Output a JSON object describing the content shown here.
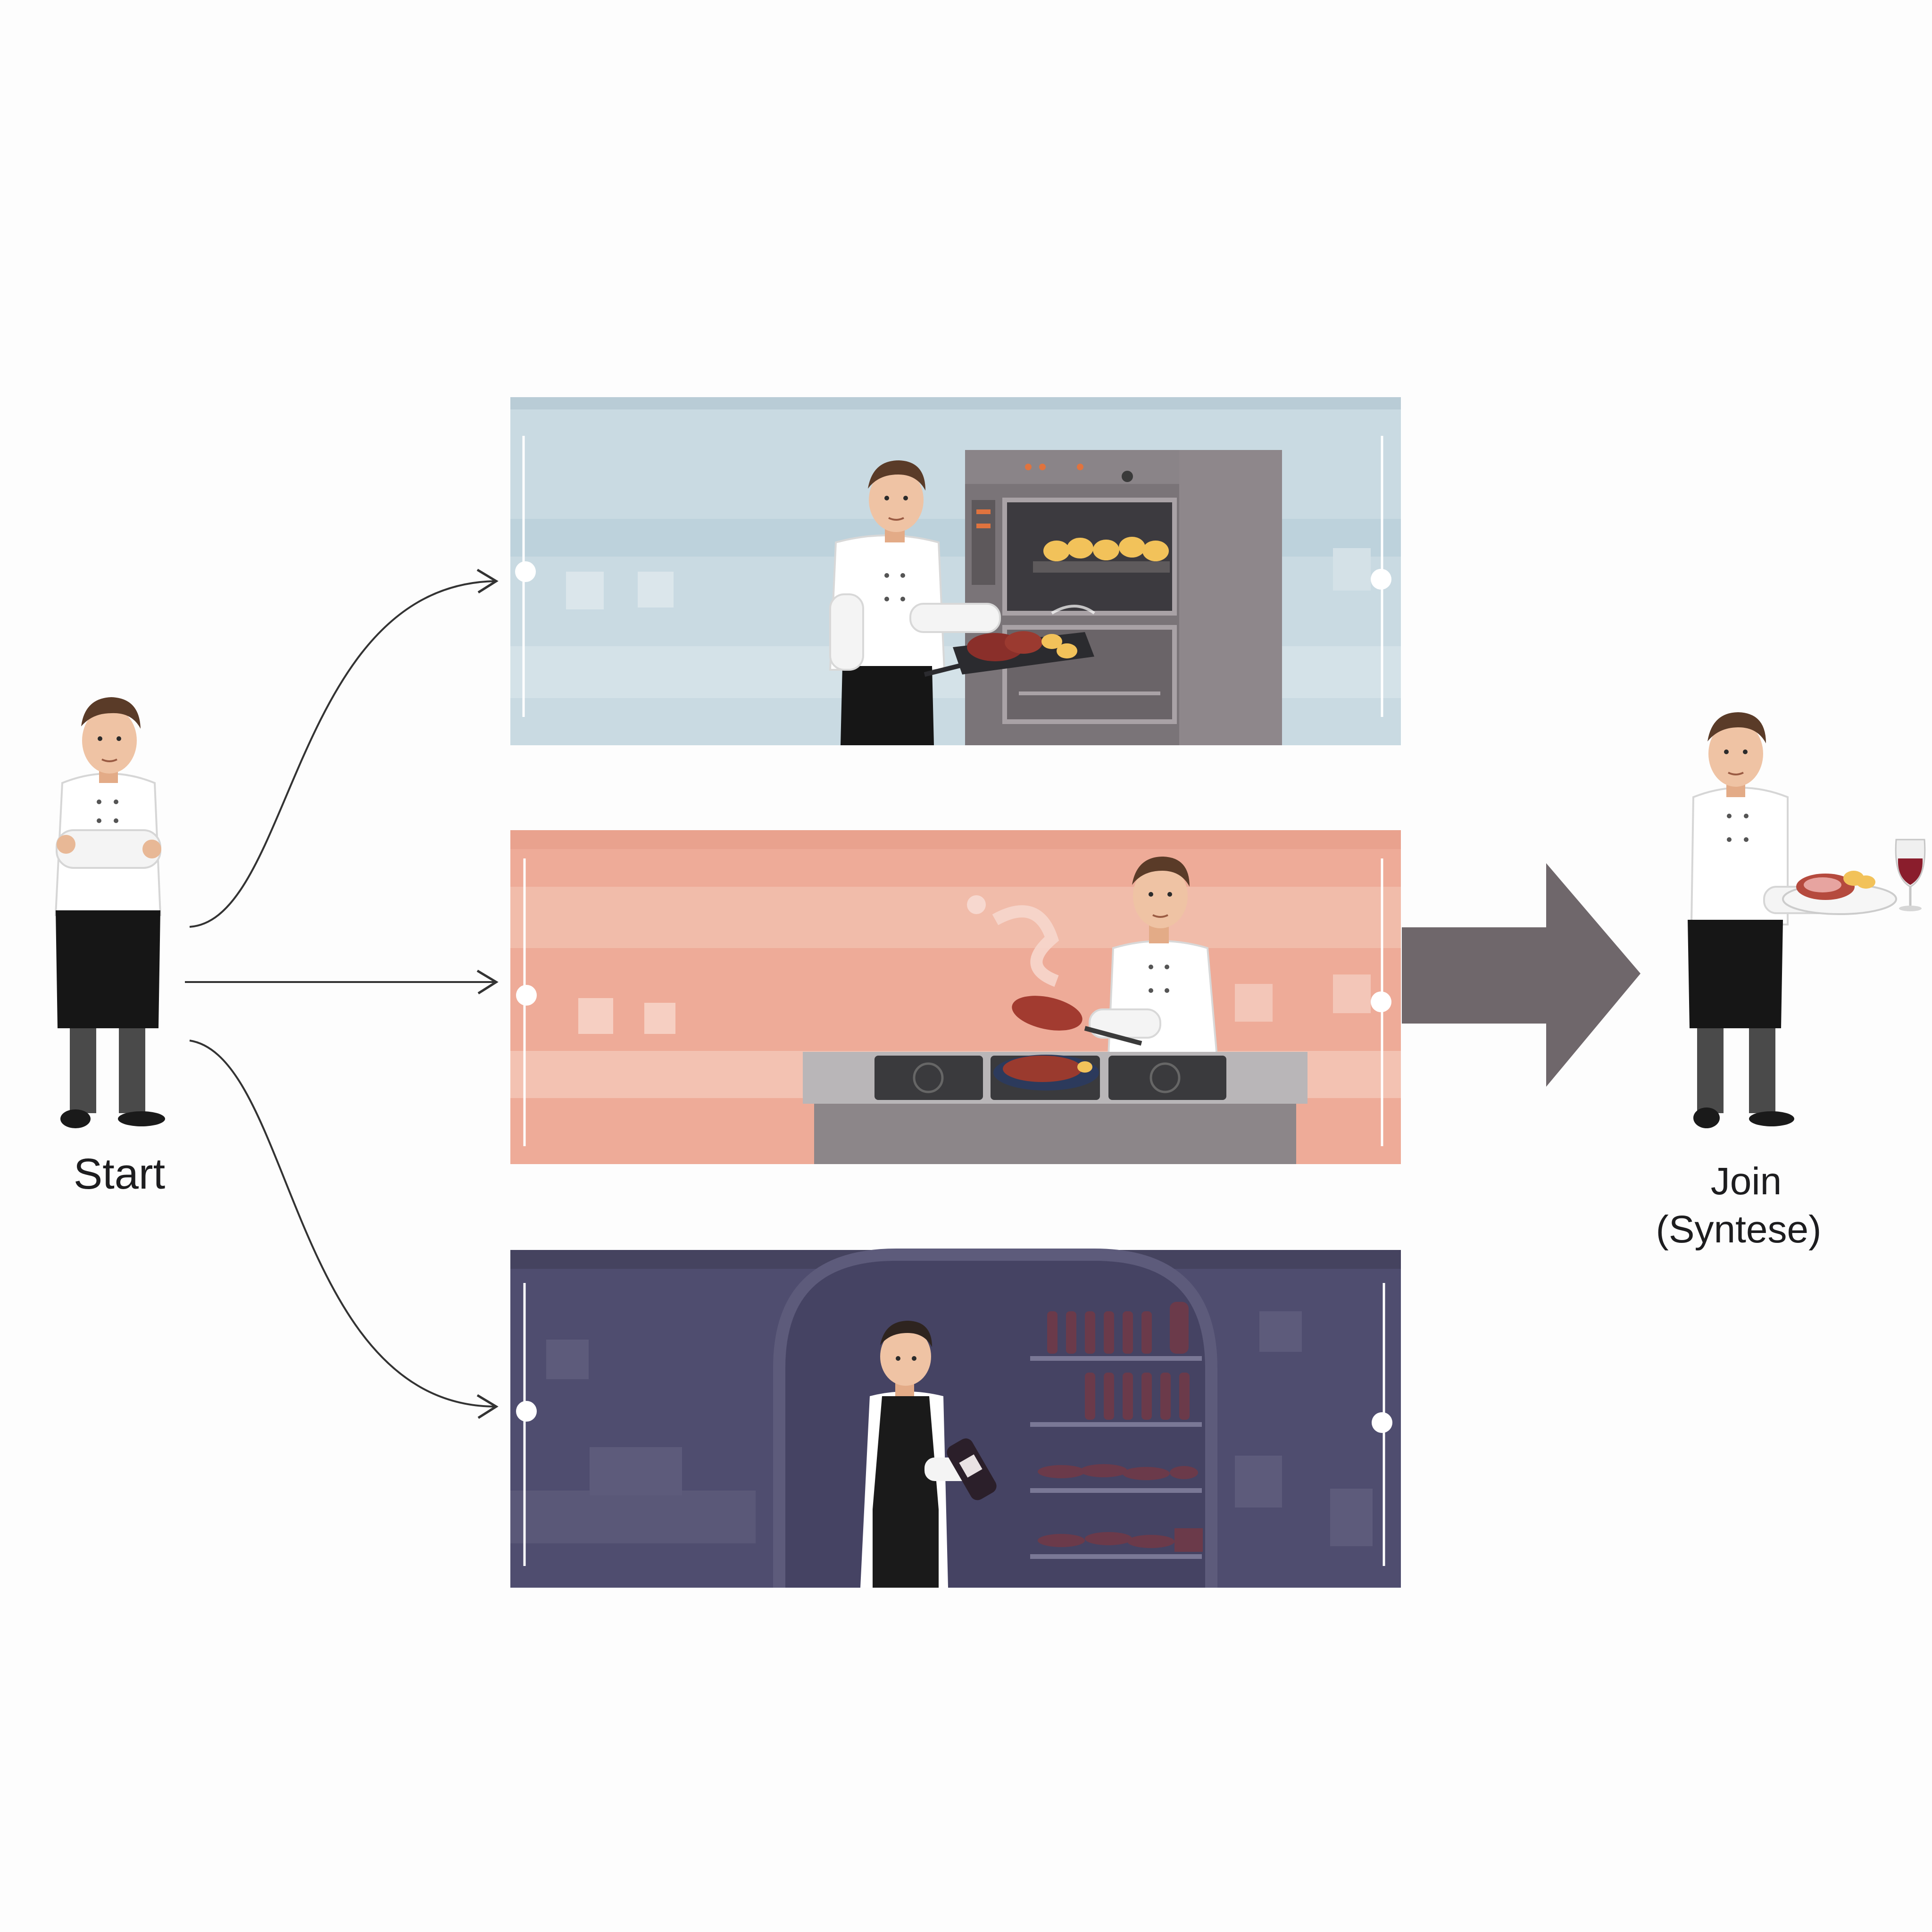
{
  "start": {
    "label": "Start"
  },
  "join": {
    "line1": "Join",
    "line2": "(Syntese)"
  },
  "colors": {
    "background": "#fdfdfd",
    "oven_panel": "#c9dae2",
    "stove_panel": "#eeab98",
    "cellar_panel": "#4f4d6f",
    "arrow": "#6f676b",
    "connector": "#333333",
    "chef_jacket": "#ffffff",
    "apron": "#161616"
  },
  "panels": [
    {
      "id": "oven",
      "scene": "chef-taking-roast-from-oven"
    },
    {
      "id": "stove",
      "scene": "chef-searing-steak-on-stove"
    },
    {
      "id": "cellar",
      "scene": "sommelier-selecting-wine-in-cellar"
    }
  ],
  "icons": [
    "chef-start-icon",
    "chef-serving-icon",
    "big-right-arrow-icon",
    "wine-glass-icon"
  ]
}
